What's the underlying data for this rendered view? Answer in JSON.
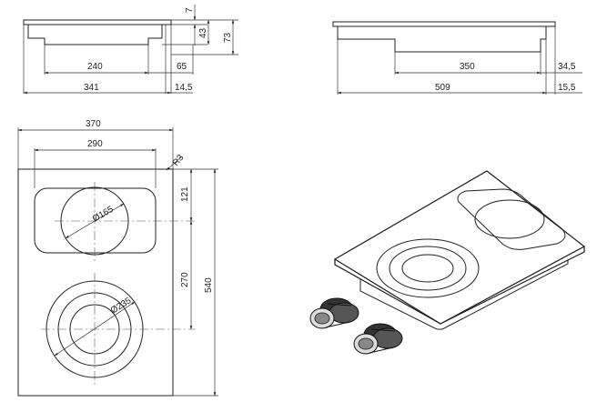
{
  "side_view_left": {
    "dims": {
      "width_inner": "240",
      "width_outer": "341",
      "offset_right": "65",
      "thickness_edge": "14,5",
      "height_top": "7",
      "height_mid": "43",
      "height_total": "73"
    }
  },
  "side_view_right": {
    "dims": {
      "width_inner": "350",
      "width_outer": "509",
      "offset_right": "34,5",
      "thickness_edge": "15,5"
    }
  },
  "plan_view": {
    "dims": {
      "overall_width": "370",
      "zone_width": "290",
      "radius": "R3",
      "small_zone_diameter": "Ø165",
      "large_zone_diameter": "Ø235",
      "top_offset": "121",
      "zone_spacing": "270",
      "overall_depth": "540"
    }
  },
  "iso_view": {
    "parts": [
      "glass top",
      "oval zone",
      "round zone",
      "control knob left",
      "control knob right"
    ]
  }
}
